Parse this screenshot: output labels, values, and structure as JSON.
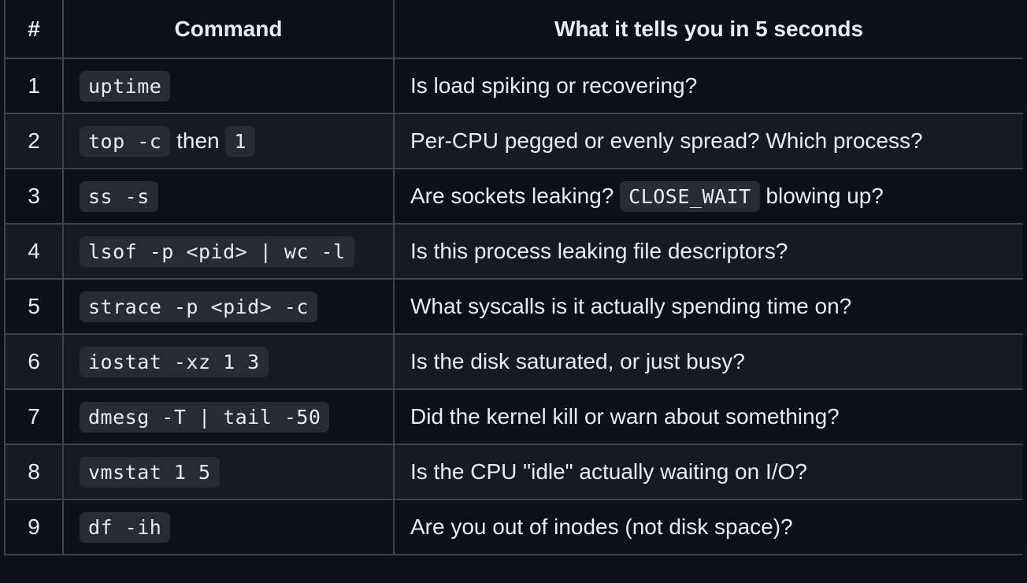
{
  "table": {
    "headers": [
      "#",
      "Command",
      "What it tells you in 5 seconds"
    ],
    "rows": [
      {
        "num": "1",
        "cmd": [
          {
            "code": "uptime"
          }
        ],
        "desc": [
          {
            "text": "Is load spiking or recovering?"
          }
        ]
      },
      {
        "num": "2",
        "cmd": [
          {
            "code": "top -c"
          },
          {
            "text": " then "
          },
          {
            "code": "1"
          }
        ],
        "desc": [
          {
            "text": "Per-CPU pegged or evenly spread? Which process?"
          }
        ]
      },
      {
        "num": "3",
        "cmd": [
          {
            "code": "ss -s"
          }
        ],
        "desc": [
          {
            "text": "Are sockets leaking? "
          },
          {
            "code": "CLOSE_WAIT"
          },
          {
            "text": " blowing up?"
          }
        ]
      },
      {
        "num": "4",
        "cmd": [
          {
            "code": "lsof -p <pid> | wc -l"
          }
        ],
        "desc": [
          {
            "text": "Is this process leaking file descriptors?"
          }
        ]
      },
      {
        "num": "5",
        "cmd": [
          {
            "code": "strace -p <pid> -c"
          }
        ],
        "desc": [
          {
            "text": "What syscalls is it actually spending time on?"
          }
        ]
      },
      {
        "num": "6",
        "cmd": [
          {
            "code": "iostat -xz 1 3"
          }
        ],
        "desc": [
          {
            "text": "Is the disk saturated, or just busy?"
          }
        ]
      },
      {
        "num": "7",
        "cmd": [
          {
            "code": "dmesg -T | tail -50"
          }
        ],
        "desc": [
          {
            "text": "Did the kernel kill or warn about something?"
          }
        ]
      },
      {
        "num": "8",
        "cmd": [
          {
            "code": "vmstat 1 5"
          }
        ],
        "desc": [
          {
            "text": "Is the CPU \"idle\" actually waiting on I/O?"
          }
        ]
      },
      {
        "num": "9",
        "cmd": [
          {
            "code": "df -ih"
          }
        ],
        "desc": [
          {
            "text": "Are you out of inodes (not disk space)?"
          }
        ]
      }
    ]
  }
}
